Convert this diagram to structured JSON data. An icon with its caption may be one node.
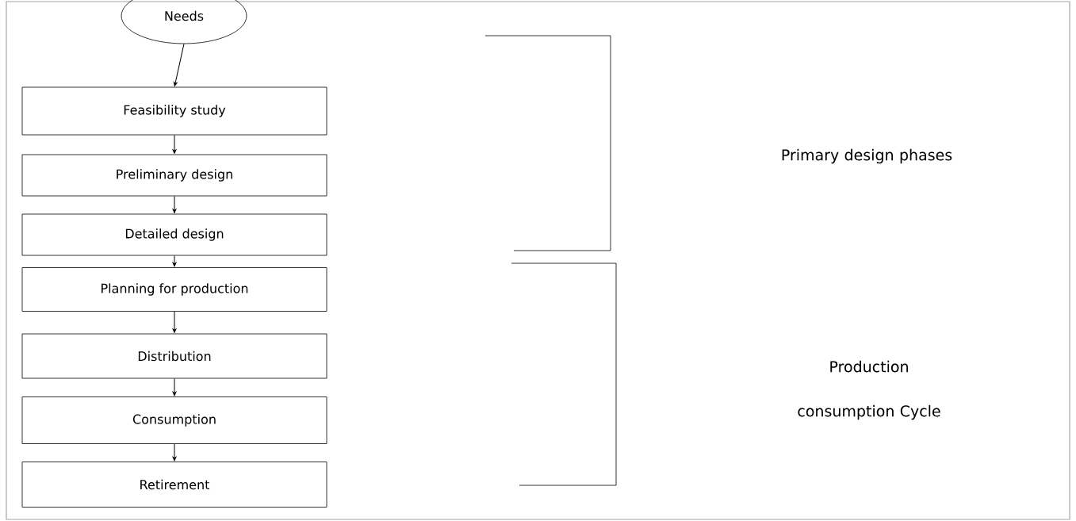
{
  "diagram": {
    "nodes": [
      {
        "text": [
          "Needs"
        ]
      },
      {
        "text": [
          "Feasibility study"
        ]
      },
      {
        "text": [
          "Preliminary design"
        ]
      },
      {
        "text": [
          "Detailed design"
        ]
      },
      {
        "text": [
          "Planning for production"
        ]
      },
      {
        "text": [
          "Distribution"
        ]
      },
      {
        "text": [
          "Consumption"
        ]
      },
      {
        "text": [
          "Retirement"
        ]
      }
    ],
    "edges": [
      {
        "from": 0,
        "to": 1,
        "arrow": "to"
      },
      {
        "from": 1,
        "to": 2,
        "arrow": "to"
      },
      {
        "from": 2,
        "to": 3,
        "arrow": "to"
      },
      {
        "from": 3,
        "to": 4,
        "arrow": "to"
      },
      {
        "from": 4,
        "to": 5,
        "arrow": "to"
      },
      {
        "from": 5,
        "to": 6,
        "arrow": "to"
      },
      {
        "from": 6,
        "to": 7,
        "arrow": "to"
      }
    ],
    "labels": [
      "Primary design phases",
      "Production consumption Cycle"
    ]
  }
}
